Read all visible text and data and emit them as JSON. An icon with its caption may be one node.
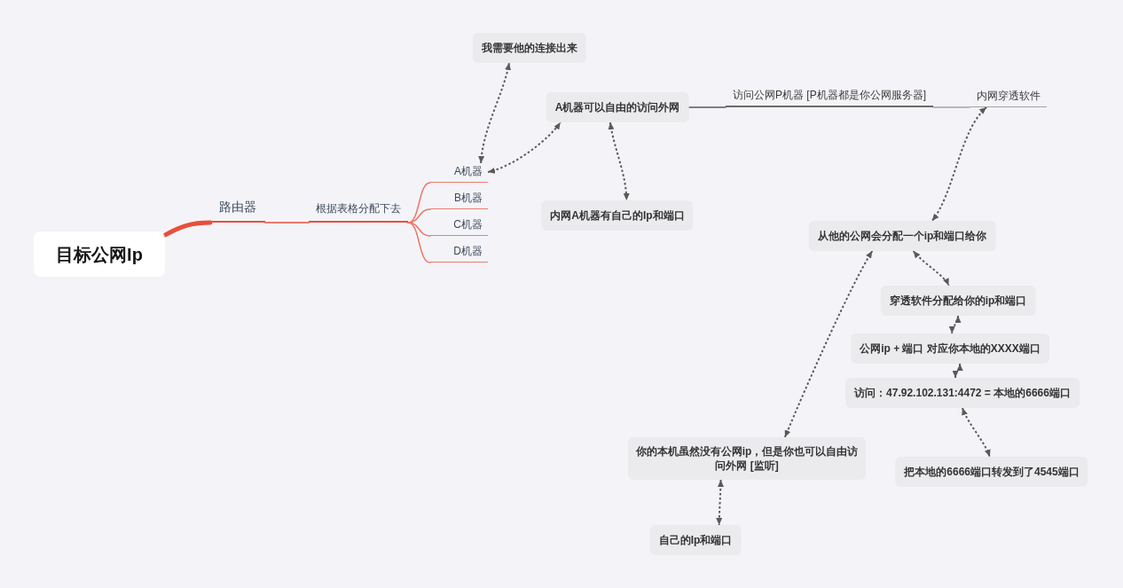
{
  "diagram": {
    "nodes": [
      {
        "text": [
          "目标公网Ip"
        ]
      },
      {
        "text": [
          "路由器"
        ]
      },
      {
        "text": [
          "根据表格分配下去"
        ]
      },
      {
        "text": [
          "A机器"
        ]
      },
      {
        "text": [
          "B机器"
        ]
      },
      {
        "text": [
          "C机器"
        ]
      },
      {
        "text": [
          "D机器"
        ]
      },
      {
        "text": [
          "我需要他的连接出来"
        ]
      },
      {
        "text": [
          "A机器可以自由的访问外网"
        ]
      },
      {
        "text": [
          "访问公网P机器 [P机器都是你公网服务器]"
        ]
      },
      {
        "text": [
          "内网穿透软件"
        ]
      },
      {
        "text": [
          "内网A机器有自己的Ip和端口"
        ]
      },
      {
        "text": [
          "从他的公网会分配一个ip和端口给你"
        ]
      },
      {
        "text": [
          "穿透软件分配给你的ip和端口"
        ]
      },
      {
        "text": [
          "公网ip + 端口 对应你本地的XXXX端口"
        ]
      },
      {
        "text": [
          "访问：47.92.102.131:4472 = 本地的6666端口"
        ]
      },
      {
        "text": [
          "把本地的6666端口转发到了4545端口"
        ]
      },
      {
        "text": [
          "你的本机虽然没有公网ip，但是你也可以自由访问外网 [监听]"
        ]
      },
      {
        "text": [
          "自己的Ip和端口"
        ]
      }
    ],
    "edges": [
      {
        "from": 0,
        "to": 1,
        "arrow": "none",
        "style": "thick",
        "color": "#e94e3c"
      },
      {
        "from": 1,
        "to": 2,
        "arrow": "none",
        "color": "#e94e3c"
      },
      {
        "from": 2,
        "to": 3,
        "arrow": "none",
        "color": "#ef7565"
      },
      {
        "from": 2,
        "to": 4,
        "arrow": "none",
        "color": "#ef7565"
      },
      {
        "from": 2,
        "to": 5,
        "arrow": "none",
        "color": "#ef7565"
      },
      {
        "from": 2,
        "to": 6,
        "arrow": "none",
        "color": "#ef7565"
      },
      {
        "from": 8,
        "to": 9,
        "arrow": "none"
      },
      {
        "from": 9,
        "to": 10,
        "arrow": "none",
        "color": "#a3a3a3"
      },
      {
        "from": 3,
        "to": 7,
        "arrow": "both",
        "style": "dashed"
      },
      {
        "from": 3,
        "to": 8,
        "arrow": "both",
        "style": "dashed"
      },
      {
        "from": 8,
        "to": 11,
        "arrow": "both",
        "style": "dashed"
      },
      {
        "from": 10,
        "to": 12,
        "arrow": "both",
        "style": "dashed"
      },
      {
        "from": 12,
        "to": 17,
        "arrow": "both",
        "style": "dashed"
      },
      {
        "from": 12,
        "to": 13,
        "arrow": "both",
        "style": "dashed"
      },
      {
        "from": 13,
        "to": 14,
        "arrow": "both",
        "style": "dashed"
      },
      {
        "from": 14,
        "to": 15,
        "arrow": "both",
        "style": "dashed"
      },
      {
        "from": 15,
        "to": 16,
        "arrow": "both",
        "style": "dashed"
      },
      {
        "from": 17,
        "to": 18,
        "arrow": "both",
        "style": "dashed"
      }
    ]
  }
}
